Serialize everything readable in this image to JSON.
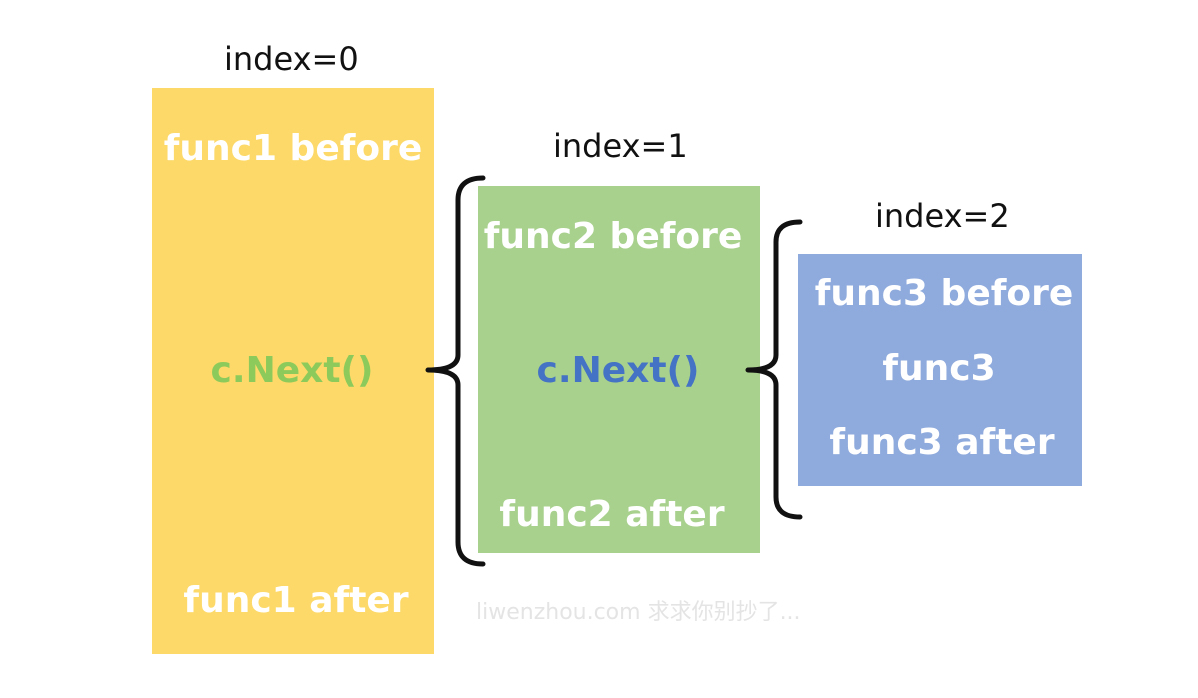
{
  "blocks": [
    {
      "index_label": "index=0",
      "color": "#FCD968",
      "before": "func1 before",
      "next": "c.Next()",
      "next_color": "#8CCB5B",
      "after": "func1 after"
    },
    {
      "index_label": "index=1",
      "color": "#A9D18E",
      "before": "func2 before",
      "next": "c.Next()",
      "next_color": "#4472C4",
      "after": "func2 after"
    },
    {
      "index_label": "index=2",
      "color": "#8FAADC",
      "before": "func3 before",
      "middle": "func3",
      "after": "func3 after"
    }
  ],
  "watermark": "liwenzhou.com  求求你别抄了..."
}
